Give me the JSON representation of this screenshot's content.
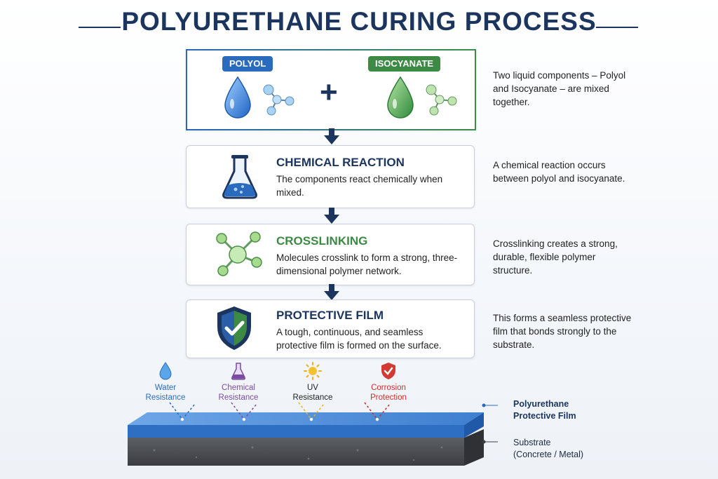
{
  "title": "POLYURETHANE CURING PROCESS",
  "colors": {
    "navy": "#1c355e",
    "blue": "#2a6bbd",
    "green": "#3c8a44",
    "red": "#c9302c",
    "yellow": "#e7b21e",
    "purple": "#7a4ca0"
  },
  "mix_step": {
    "polyol_label": "POLYOL",
    "isocyanate_label": "ISOCYANATE",
    "operator": "+",
    "note": "Two liquid components – Polyol and Isocyanate – are mixed together."
  },
  "steps": [
    {
      "heading": "CHEMICAL REACTION",
      "heading_color": "#1c355e",
      "text": "The components react chemically when mixed.",
      "note": "A chemical reaction occurs between polyol and isocyanate.",
      "icon": "flask-icon"
    },
    {
      "heading": "CROSSLINKING",
      "heading_color": "#3c8a44",
      "text": "Molecules crosslink to form a strong, three-dimensional polymer network.",
      "note": "Crosslinking creates a strong, durable, flexible polymer structure.",
      "icon": "molecule-icon"
    },
    {
      "heading": "PROTECTIVE FILM",
      "heading_color": "#1c355e",
      "text": "A tough, continuous, and seamless protective film is formed on the surface.",
      "note": "This forms a seamless protective film that bonds strongly to the substrate.",
      "icon": "shield-check-icon"
    }
  ],
  "benefits": [
    {
      "line1": "Water",
      "line2": "Resistance",
      "color": "#2a6bbd",
      "icon": "water-drop-icon"
    },
    {
      "line1": "Chemical",
      "line2": "Resistance",
      "color": "#7a4ca0",
      "icon": "flask-icon"
    },
    {
      "line1": "UV",
      "line2": "Resistance",
      "color": "#222222",
      "icon": "sun-icon"
    },
    {
      "line1": "Corrosion",
      "line2": "Protection",
      "color": "#c9302c",
      "icon": "shield-icon"
    }
  ],
  "layers": {
    "film_line1": "Polyurethane",
    "film_line2": "Protective Film",
    "substrate_line1": "Substrate",
    "substrate_line2": "(Concrete / Metal)"
  }
}
